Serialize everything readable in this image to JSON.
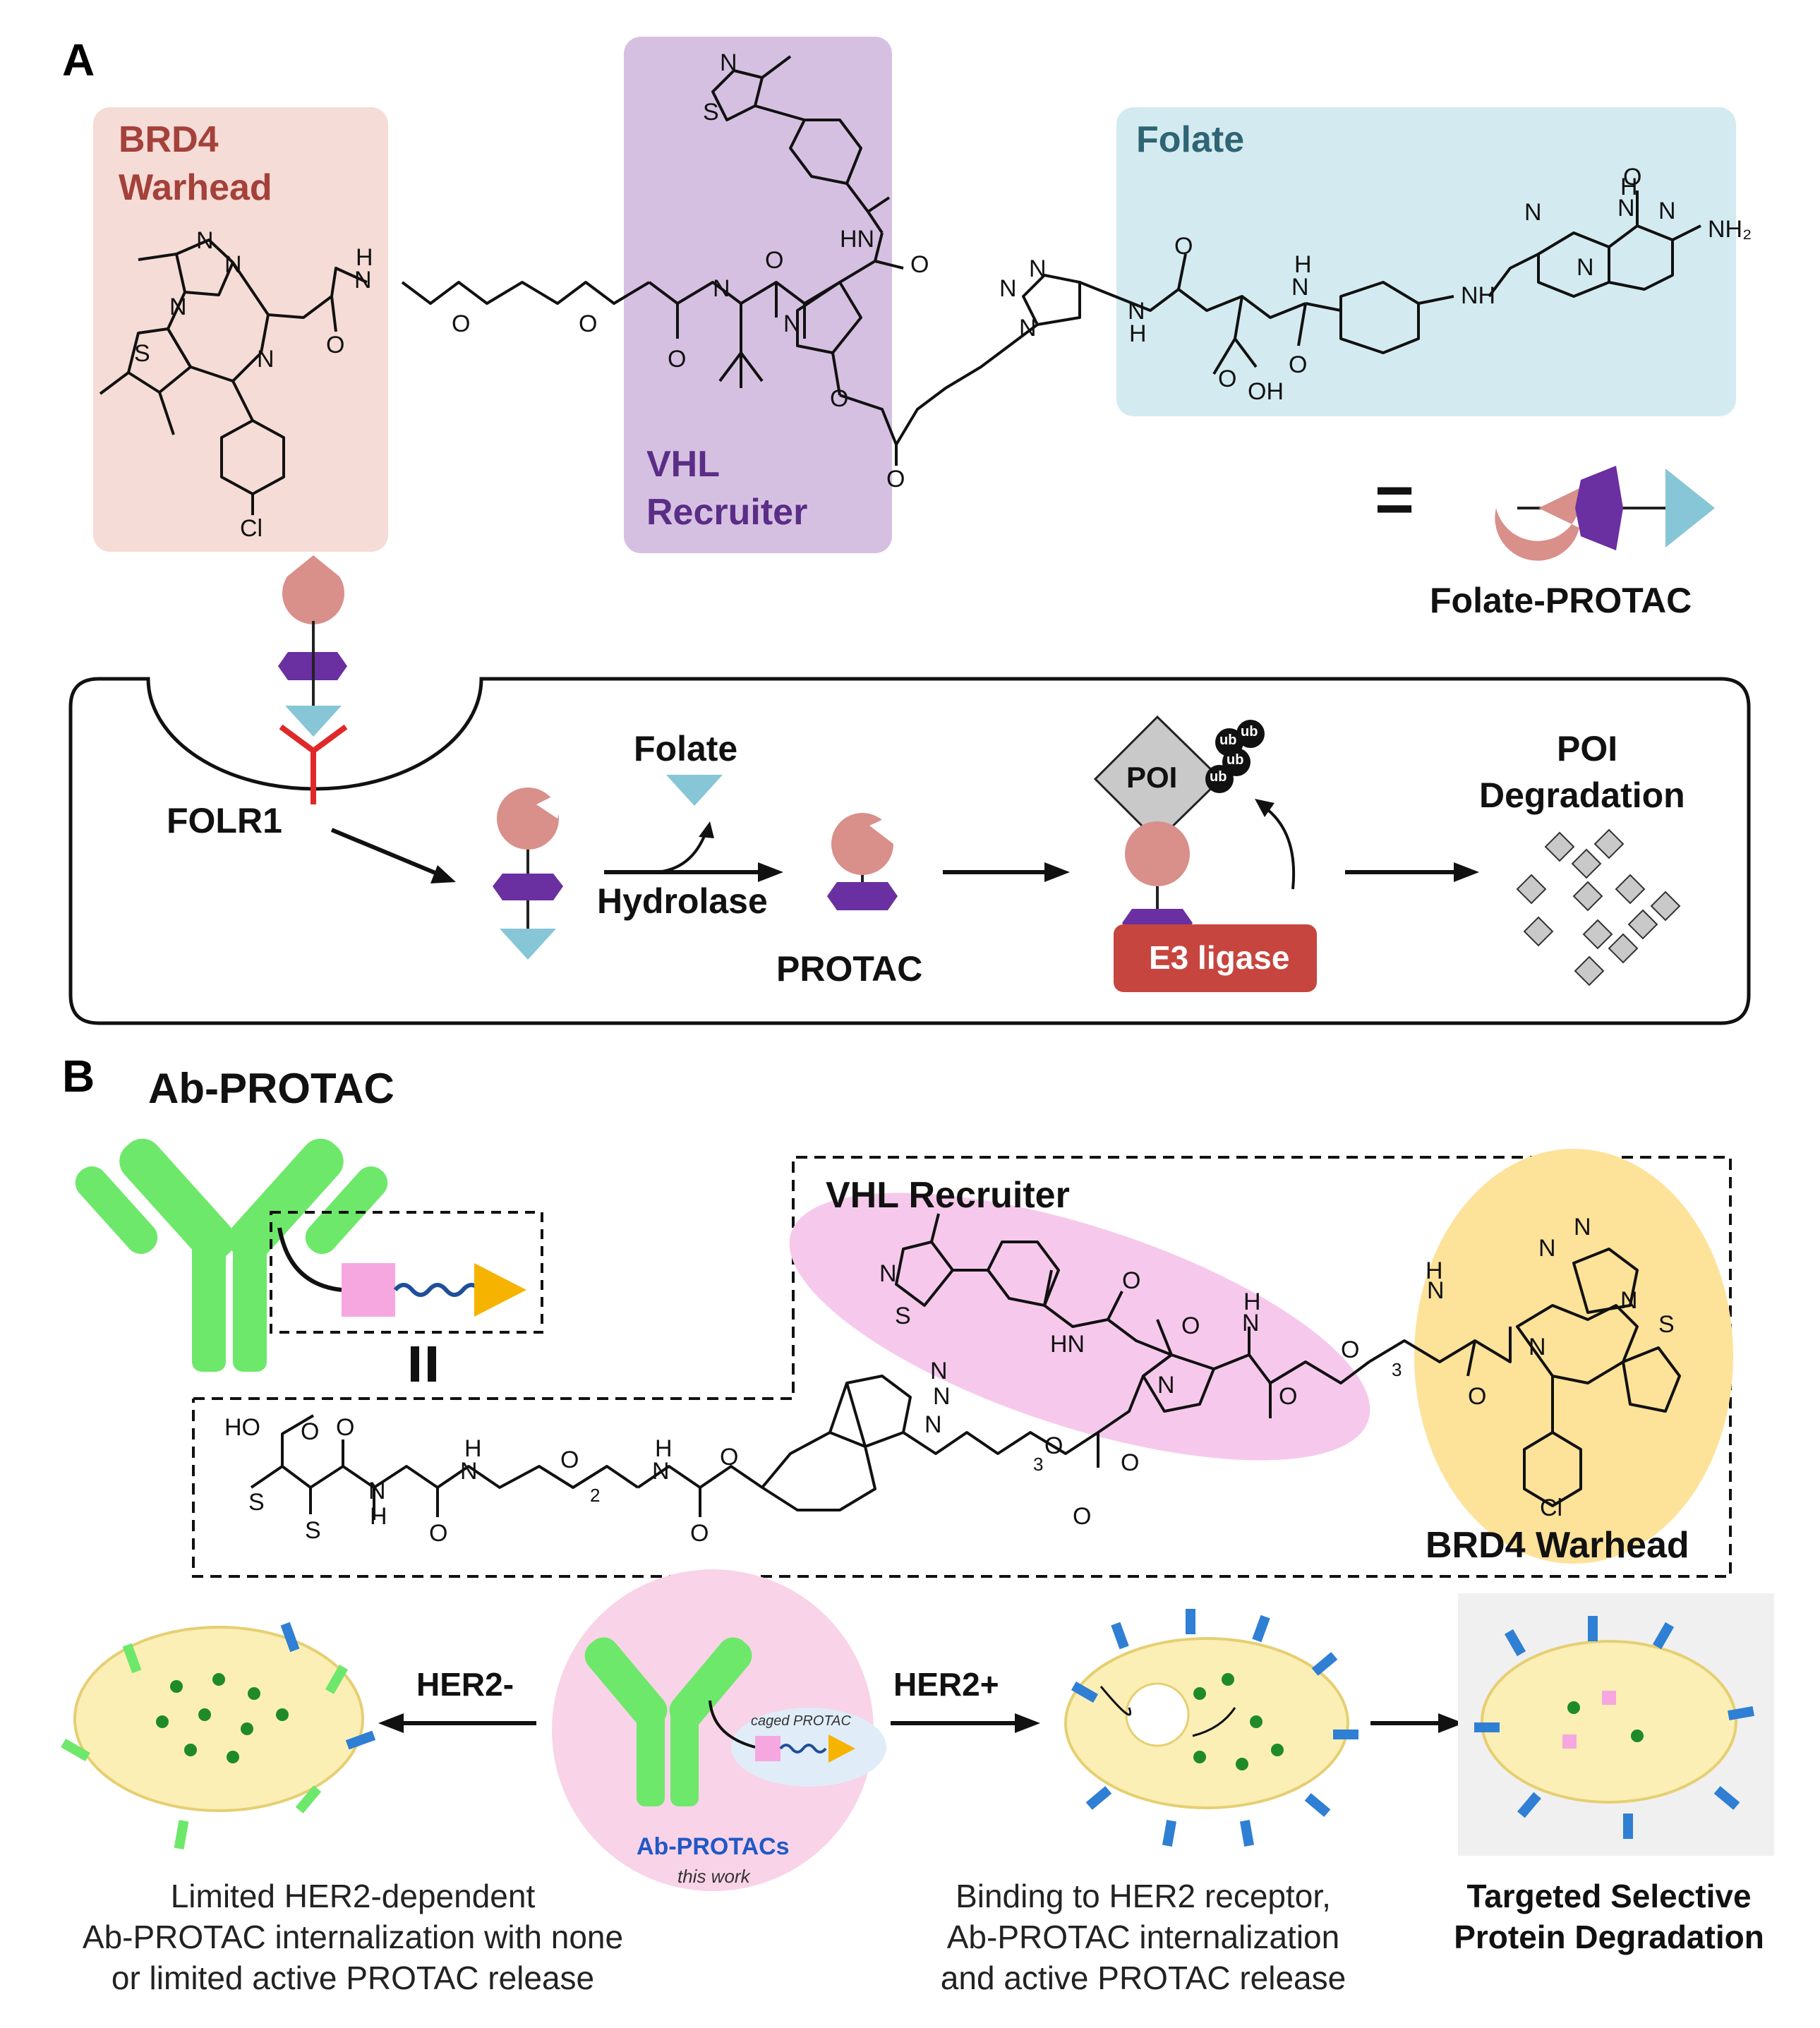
{
  "panel_a": {
    "letter": "A",
    "brd4_label_line1": "BRD4",
    "brd4_label_line2": "Warhead",
    "vhl_label_line1": "VHL",
    "vhl_label_line2": "Recruiter",
    "folate_label": "Folate",
    "legend_equals": "=",
    "legend_caption": "Folate-PROTAC",
    "folr1": "FOLR1",
    "folate_released": "Folate",
    "hydrolase": "Hydrolase",
    "protac": "PROTAC",
    "poi": "POI",
    "ub": "ub",
    "e3_ligase": "E3 ligase",
    "poi_degradation_line1": "POI",
    "poi_degradation_line2": "Degradation",
    "colors": {
      "brd4_box": "#f6dcd6",
      "brd4_text": "#a3413a",
      "vhl_box": "#d6c0e2",
      "vhl_text": "#5a2d86",
      "folate_box": "#d3ebf0",
      "folate_text": "#2f6474",
      "warhead_shape": "#d98f8a",
      "vhl_shape": "#6a2fa0",
      "folate_shape": "#86c6d6",
      "e3_box": "#c7453f",
      "receptor": "#e0282a"
    }
  },
  "panel_b": {
    "letter": "B",
    "title": "Ab-PROTAC",
    "vhl_recruiter": "VHL Recruiter",
    "brd4_warhead": "BRD4 Warhead",
    "equals": "=",
    "her2_minus": "HER2-",
    "her2_plus": "HER2+",
    "center_caged": "caged PROTAC",
    "center_name": "Ab-PROTACs",
    "center_sub": "this work",
    "caption_left_1": "Limited HER2-dependent",
    "caption_left_2": "Ab-PROTAC internalization with none",
    "caption_left_3": "or limited active PROTAC release",
    "caption_mid_1": "Binding to HER2 receptor,",
    "caption_mid_2": "Ab-PROTAC internalization",
    "caption_mid_3": "and active PROTAC release",
    "caption_right_1": "Targeted Selective",
    "caption_right_2": "Protein Degradation",
    "colors": {
      "antibody": "#6de86a",
      "vhl_ellipse": "#f6c9ec",
      "brd4_ellipse": "#fde29a",
      "caged_square": "#f7a7e0",
      "triangle": "#f6b400",
      "linker": "#1f4f9a",
      "cell": "#fbefb6",
      "her2": "#2f7fd4",
      "center_name": "#1f58c7"
    }
  },
  "chem": {
    "N": "N",
    "S": "S",
    "O": "O",
    "H": "H",
    "HN": "HN",
    "NH": "NH",
    "NH2": "NH₂",
    "Cl": "Cl",
    "OH": "OH",
    "HO": "HO",
    "n2": "2",
    "n3": "3"
  }
}
